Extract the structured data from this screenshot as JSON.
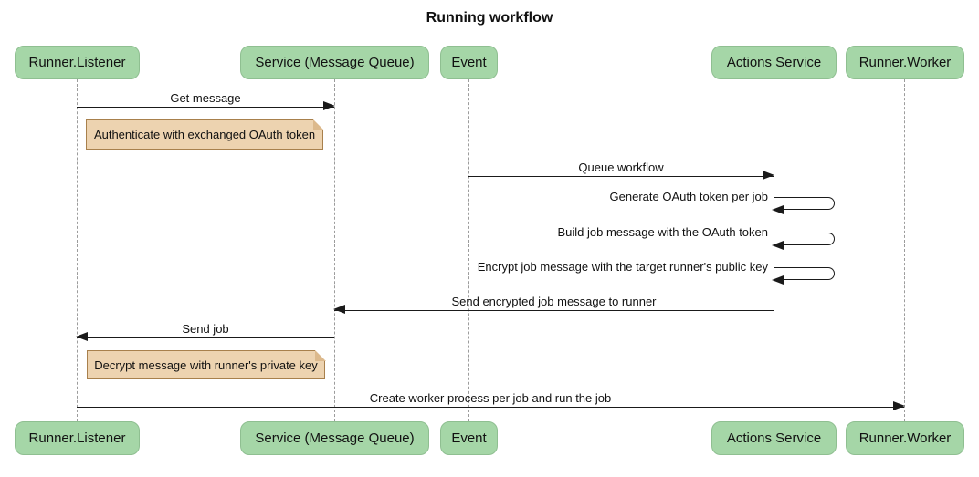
{
  "title": "Running workflow",
  "actors": [
    {
      "label": "Runner.Listener"
    },
    {
      "label": "Service (Message Queue)"
    },
    {
      "label": "Event"
    },
    {
      "label": "Actions Service"
    },
    {
      "label": "Runner.Worker"
    }
  ],
  "messages": [
    {
      "label": "Get message",
      "from": "Runner.Listener",
      "to": "Service (Message Queue)"
    },
    {
      "label": "Queue workflow",
      "from": "Event",
      "to": "Actions Service"
    },
    {
      "label": "Generate OAuth token per job",
      "from": "Actions Service",
      "to": "Actions Service"
    },
    {
      "label": "Build job message with the OAuth token",
      "from": "Actions Service",
      "to": "Actions Service"
    },
    {
      "label": "Encrypt job message with the target runner's public key",
      "from": "Actions Service",
      "to": "Actions Service"
    },
    {
      "label": "Send encrypted job message to runner",
      "from": "Actions Service",
      "to": "Service (Message Queue)"
    },
    {
      "label": "Send job",
      "from": "Service (Message Queue)",
      "to": "Runner.Listener"
    },
    {
      "label": "Create worker process per job and run the job",
      "from": "Runner.Listener",
      "to": "Runner.Worker"
    }
  ],
  "notes": [
    {
      "text": "Authenticate with exchanged OAuth token",
      "anchor": "Runner.Listener"
    },
    {
      "text": "Decrypt message with runner's private key",
      "anchor": "Runner.Listener"
    }
  ],
  "colors": {
    "actor_fill": "#a5d6a7",
    "actor_border": "#8fbf91",
    "note_fill": "#edd3b0",
    "note_border": "#a8804c",
    "lifeline": "#9c9c9c",
    "arrow": "#1a1a1a"
  }
}
